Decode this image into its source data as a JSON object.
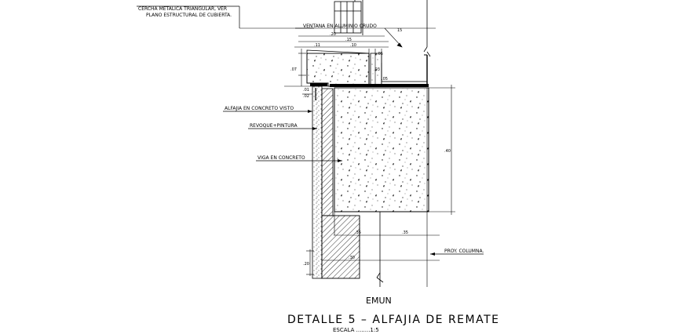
{
  "labels": {
    "truss_note_line1": "CERCHA METALICA TRIANGULAR, VER",
    "truss_note_line2": "PLANO ESTRUCTURAL DE CUBIERTA.",
    "window": "VENTANA EN ALUMINIO CRUDO",
    "alfajia": "ALFAJIA EN CONCRETO VISTO",
    "revoque": "REVOQUE+PINTURA",
    "viga": "VIGA EN CONCRETO",
    "columna": "PROY. COLUMNA."
  },
  "dimensions": {
    "top_right": "15",
    "window_width": ".20",
    "window_sub": ".15",
    "cap_a": ".11",
    "cap_b": ".10",
    "cap_c": ".05",
    "cap_height": ".07",
    "cap_height_b": ".03",
    "cap_sill": ".05",
    "small_left": ".01",
    "small_left_b": ".02",
    "beam_height": ".40",
    "beam_bottom_a": ".35",
    "beam_bottom_b": ".35",
    "column_left": ".20",
    "column_bottom": ".30"
  },
  "marker": {
    "symbol": "EMUN"
  },
  "footer": {
    "title": "DETALLE 5 – ALFAJIA DE REMATE",
    "scale": "ESCALA ........1:5"
  },
  "colors": {
    "line": "#000000",
    "background": "#ffffff"
  }
}
